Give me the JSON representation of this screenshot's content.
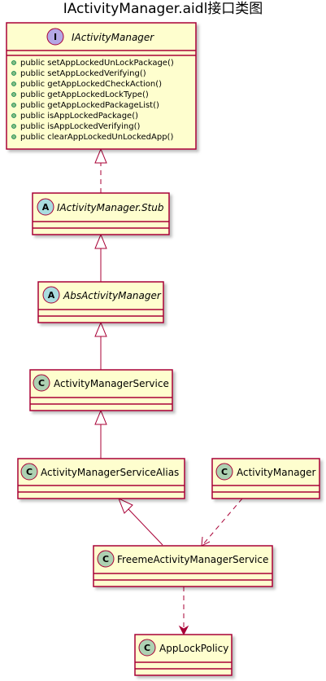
{
  "title": "IActivityManager.aidl接口类图",
  "colors": {
    "box_fill": "#FEFECE",
    "box_border": "#A80036",
    "interface_badge": "#B4A7E5",
    "class_badge": "#ADD1B2",
    "abstract_badge": "#A9DCDF"
  },
  "classes": {
    "iactivitymanager": {
      "badge": "I",
      "name": "IActivityManager",
      "methods": [
        "public setAppLockedUnLockPackage()",
        "public setAppLockedVerifying()",
        "public getAppLockedCheckAction()",
        "public getAppLockedLockType()",
        "public getAppLockedPackageList()",
        "public isAppLockedPackage()",
        "public isAppLockedVerifying()",
        "public clearAppLockedUnLockedApp()"
      ]
    },
    "stub": {
      "badge": "A",
      "name": "IActivityManager.Stub"
    },
    "absactivitymanager": {
      "badge": "A",
      "name": "AbsActivityManager"
    },
    "activitymanagerservice": {
      "badge": "C",
      "name": "ActivityManagerService"
    },
    "activitymanagerservicealias": {
      "badge": "C",
      "name": "ActivityManagerServiceAlias"
    },
    "activitymanager": {
      "badge": "C",
      "name": "ActivityManager"
    },
    "freemeactivitymanagerservice": {
      "badge": "C",
      "name": "FreemeActivityManagerService"
    },
    "applockpolicy": {
      "badge": "C",
      "name": "AppLockPolicy"
    }
  }
}
